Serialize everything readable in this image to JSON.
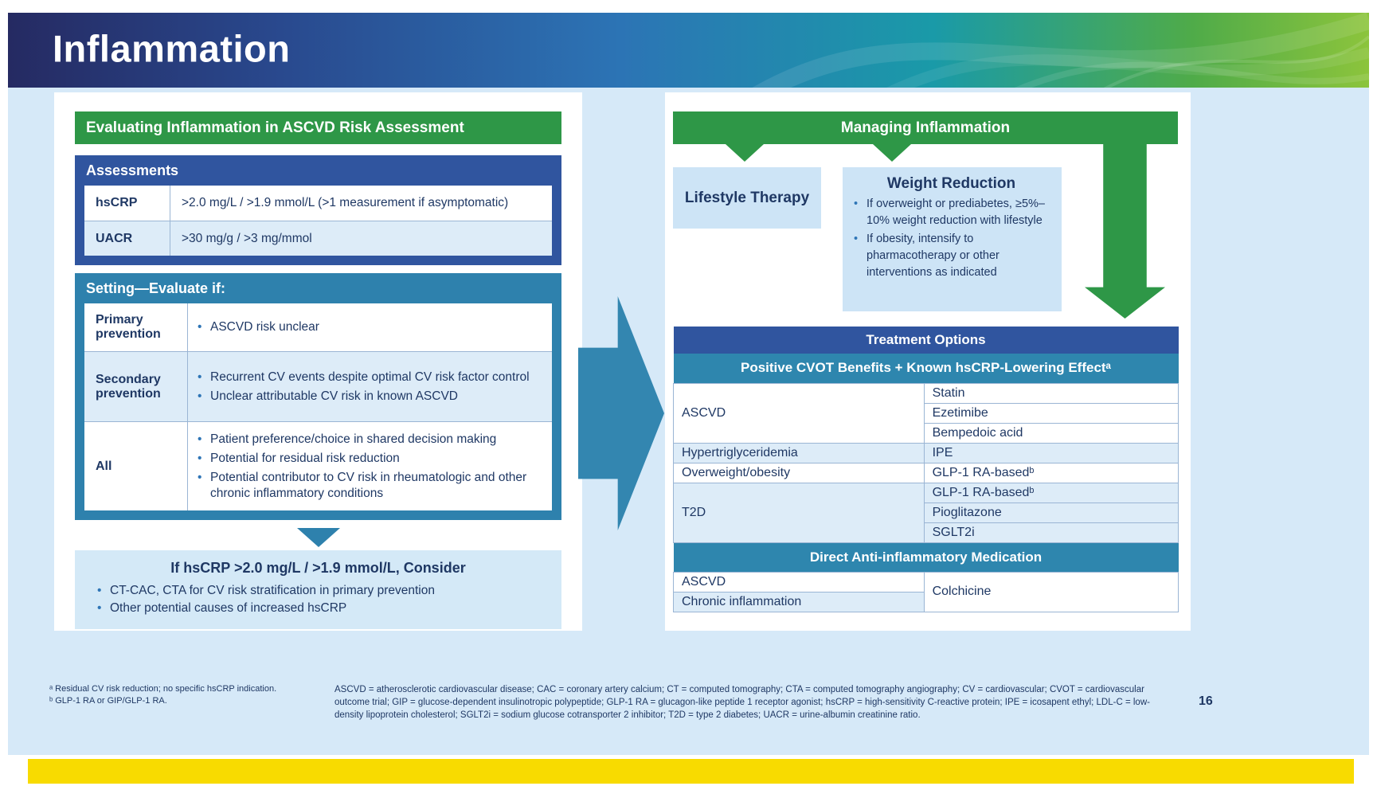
{
  "page": {
    "title": "Inflammation",
    "page_number": "16"
  },
  "colors": {
    "banner_navy": "#252a62",
    "banner_teal": "#1a9aa8",
    "banner_green": "#8cc43c",
    "header_green": "#2e9747",
    "header_dark_blue": "#30559f",
    "header_teal": "#2e81ad",
    "light_blue_fill": "#d4e9f7",
    "row_alt_blue": "#ddecf8",
    "text_navy": "#1f3864",
    "bullet_blue": "#2e75b6",
    "yellow_bar": "#f8db00"
  },
  "left_panel": {
    "header": "Evaluating Inflammation in ASCVD Risk Assessment",
    "assessments": {
      "title": "Assessments",
      "rows": [
        {
          "label": "hsCRP",
          "value": ">2.0 mg/L / >1.9 mmol/L (>1 measurement if asymptomatic)"
        },
        {
          "label": "UACR",
          "value": ">30 mg/g / >3 mg/mmol"
        }
      ]
    },
    "setting": {
      "title": "Setting—Evaluate if:",
      "rows": [
        {
          "label": "Primary prevention",
          "bullets": [
            "ASCVD risk unclear"
          ]
        },
        {
          "label": "Secondary prevention",
          "bullets": [
            "Recurrent CV events despite optimal CV risk factor control",
            "Unclear attributable CV risk in known ASCVD"
          ]
        },
        {
          "label": "All",
          "bullets": [
            "Patient preference/choice in shared decision making",
            "Potential for residual risk reduction",
            "Potential contributor to CV risk in rheumatologic and other chronic inflammatory conditions"
          ]
        }
      ]
    },
    "consider": {
      "title": "If hsCRP >2.0 mg/L / >1.9 mmol/L, Consider",
      "bullets": [
        "CT-CAC, CTA for CV risk stratification in primary prevention",
        "Other potential causes of increased hsCRP"
      ]
    }
  },
  "right_panel": {
    "header": "Managing Inflammation",
    "lifestyle_box": {
      "title": "Lifestyle Therapy"
    },
    "weight_box": {
      "title": "Weight Reduction",
      "bullets": [
        "If overweight or prediabetes, ≥5%–10% weight reduction with lifestyle",
        "If obesity, intensify to pharmacotherapy or other interventions as indicated"
      ]
    },
    "treatment": {
      "title": "Treatment Options",
      "section_a": {
        "title": "Positive CVOT Benefits + Known hsCRP-Lowering Effectᵃ",
        "rows": [
          {
            "condition": "ASCVD",
            "therapies": [
              "Statin",
              "Ezetimibe",
              "Bempedoic acid"
            ]
          },
          {
            "condition": "Hypertriglyceridemia",
            "therapies": [
              "IPE"
            ]
          },
          {
            "condition": "Overweight/obesity",
            "therapies": [
              "GLP-1 RA-basedᵇ"
            ]
          },
          {
            "condition": "T2D",
            "therapies": [
              "GLP-1 RA-basedᵇ",
              "Pioglitazone",
              "SGLT2i"
            ]
          }
        ]
      },
      "section_b": {
        "title": "Direct Anti-inflammatory Medication",
        "conditions": [
          "ASCVD",
          "Chronic inflammation"
        ],
        "therapy": "Colchicine"
      }
    }
  },
  "footnotes": {
    "a": "ᵃ Residual CV risk reduction; no specific hsCRP indication.",
    "b": "ᵇ GLP-1 RA or GIP/GLP-1 RA.",
    "abbreviations": "ASCVD = atherosclerotic cardiovascular disease; CAC = coronary artery calcium; CT = computed tomography; CTA = computed tomography angiography; CV = cardiovascular; CVOT = cardiovascular outcome trial; GIP = glucose-dependent insulinotropic polypeptide; GLP-1 RA = glucagon-like peptide 1 receptor agonist; hsCRP = high-sensitivity C-reactive protein; IPE = icosapent ethyl; LDL-C = low-density lipoprotein cholesterol; SGLT2i = sodium glucose cotransporter 2 inhibitor; T2D = type 2 diabetes; UACR = urine-albumin creatinine ratio."
  }
}
